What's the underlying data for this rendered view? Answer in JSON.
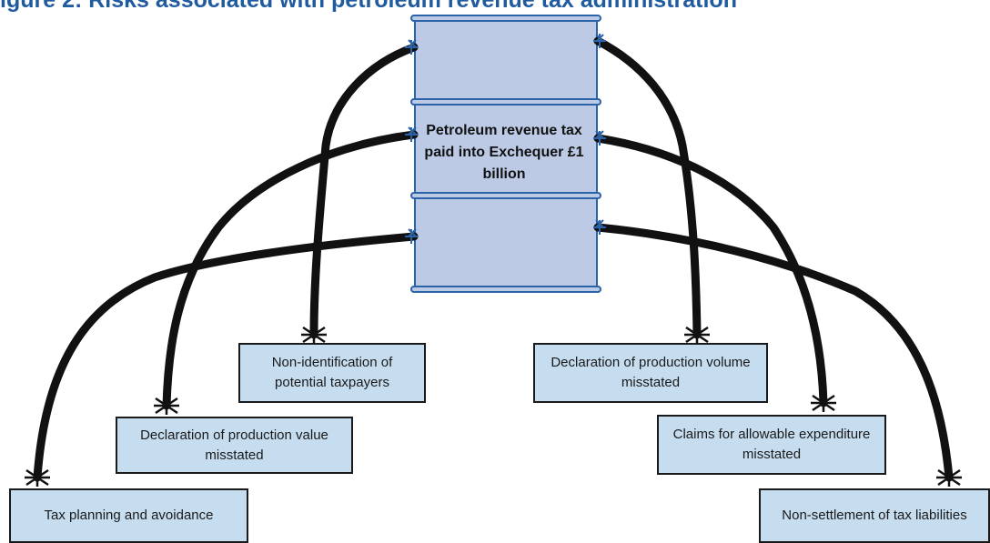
{
  "figure": {
    "title": "igure 2: Risks associated with petroleum revenue tax administration"
  },
  "barrel": {
    "label": "Petroleum revenue tax paid into Exchequer £1 billion"
  },
  "risks": [
    {
      "label": "Non-identification of potential taxpayers"
    },
    {
      "label": "Declaration of production value misstated"
    },
    {
      "label": "Tax planning and avoidance"
    },
    {
      "label": "Declaration of production volume misstated"
    },
    {
      "label": "Claims for allowable expenditure misstated"
    },
    {
      "label": "Non-settlement of tax liabilities"
    }
  ],
  "colors": {
    "title": "#1f5b9e",
    "barrel_fill": "#bccae6",
    "barrel_stroke": "#2b63a8",
    "box_fill": "#c6ddf0",
    "box_border": "#1a1a1a",
    "fuse": "#111111"
  }
}
